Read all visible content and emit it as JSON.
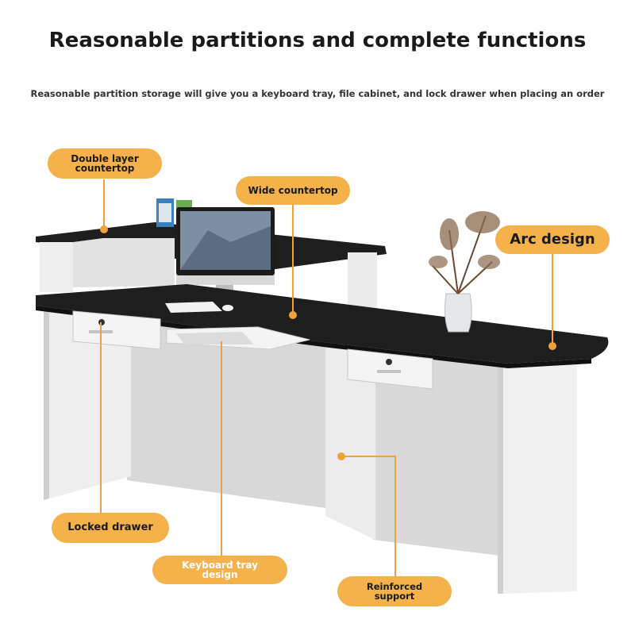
{
  "header": {
    "title": "Reasonable partitions and complete functions",
    "subtitle": "Reasonable partition storage will give you a keyboard tray, file cabinet, and lock drawer when placing an order"
  },
  "callouts": {
    "double_layer": "Double layer countertop",
    "wide_countertop": "Wide countertop",
    "arc_design": "Arc design",
    "locked_drawer": "Locked drawer",
    "keyboard_tray": "Keyboard tray design",
    "reinforced_support": "Reinforced support"
  },
  "colors": {
    "accent": "#f5b14a",
    "countertop": "#1e1e1e",
    "panel": "#e6e6e6"
  }
}
